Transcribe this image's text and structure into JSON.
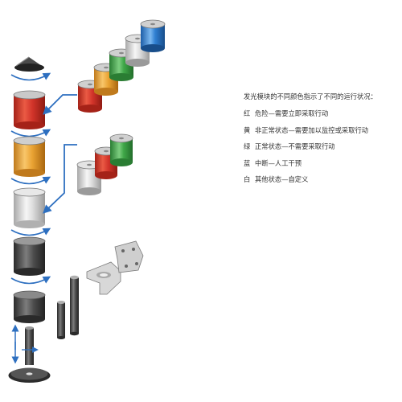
{
  "legend": {
    "title": "发光模块的不同颜色指示了不同的运行状况：",
    "items": [
      {
        "color_name": "红",
        "text": "危险—需要立即采取行动",
        "hex": "#d2342a"
      },
      {
        "color_name": "黄",
        "text": "非正常状态—需要加以监控或采取行动",
        "hex": "#e9a232"
      },
      {
        "color_name": "绿",
        "text": "正常状态—不需要采取行动",
        "hex": "#3fa748"
      },
      {
        "color_name": "蓝",
        "text": "中断—人工干预",
        "hex": "#2f7fd2"
      },
      {
        "color_name": "白",
        "text": "其他状态—自定义",
        "hex": "#dcdcdc"
      }
    ]
  },
  "colors": {
    "arrow": "#2d6fc0",
    "red": "#d2342a",
    "amber": "#e9a232",
    "green": "#3fa748",
    "blue": "#2f7fd2",
    "white": "#dcdcdc",
    "grey": "#8a8a8a",
    "dark": "#3d3d3d"
  }
}
